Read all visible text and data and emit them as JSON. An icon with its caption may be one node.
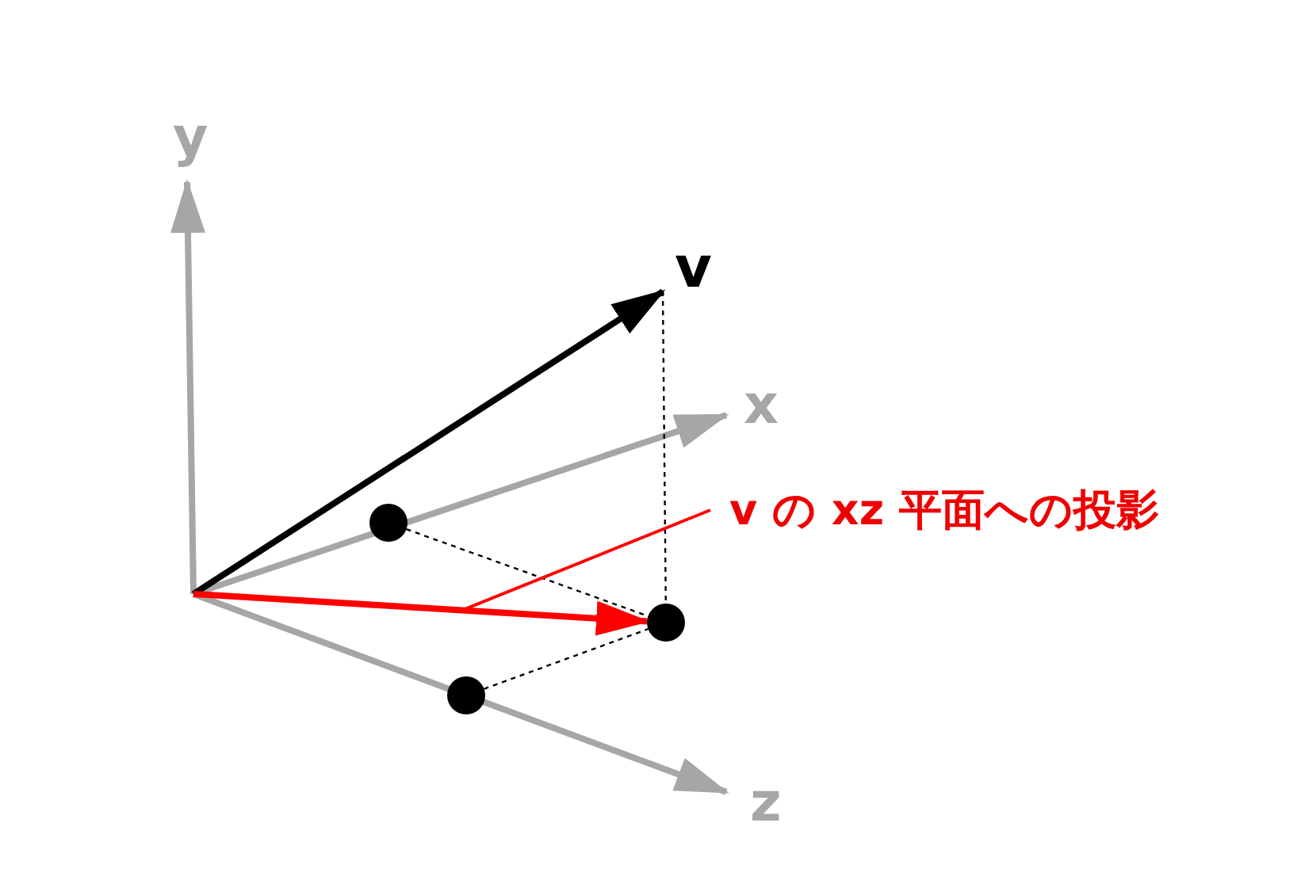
{
  "diagram": {
    "nodes": [
      {
        "text": [
          "v"
        ]
      },
      {
        "text": [],
        "shape": "circle"
      },
      {
        "text": [],
        "shape": "circle"
      },
      {
        "text": [],
        "shape": "circle"
      },
      {
        "text": [
          "v の xz 平面への投影"
        ]
      }
    ],
    "edges": [
      {
        "from": null,
        "to": 0,
        "arrow": "to",
        "style": "thick"
      },
      {
        "from": 1,
        "to": 2,
        "arrow": "none",
        "style": "dashed"
      },
      {
        "from": 3,
        "to": 2,
        "arrow": "none",
        "style": "dashed"
      },
      {
        "from": 0,
        "to": 2,
        "arrow": "none",
        "style": "dashed"
      },
      {
        "from": null,
        "to": 2,
        "arrow": "to",
        "style": "thick",
        "color": "#ff0000"
      },
      {
        "from": 4,
        "to": null,
        "arrow": "none",
        "color": "#ff0000"
      }
    ],
    "labels": [
      "y",
      "x",
      "z"
    ]
  }
}
